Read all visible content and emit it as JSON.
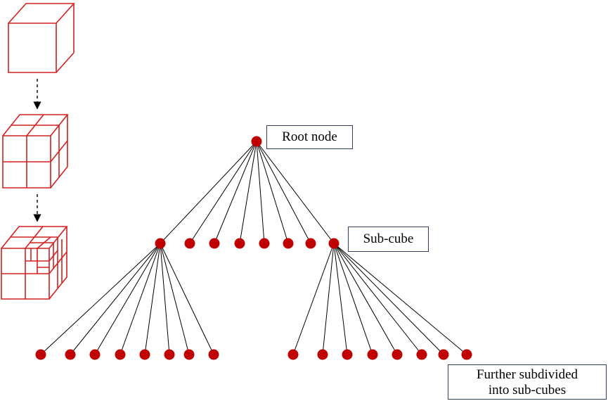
{
  "labels": {
    "root": "Root node",
    "subcube": "Sub-cube",
    "further_line1": "Further subdivided",
    "further_line2": "into sub-cubes"
  },
  "colors": {
    "node": "#c00000",
    "cube": "#d42020",
    "edge": "#000000",
    "box_border": "#2f3e5c"
  },
  "tree": {
    "root_children": 8,
    "expanded_children": [
      0,
      7
    ],
    "grandchildren_per_expanded": 8
  }
}
